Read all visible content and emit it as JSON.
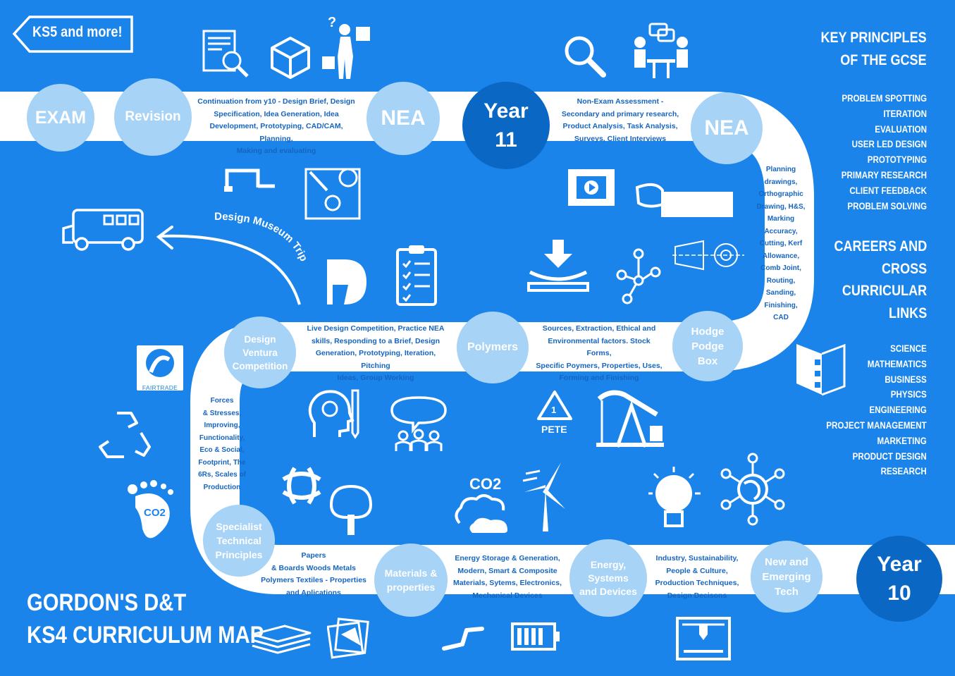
{
  "colors": {
    "background": "#1a84ea",
    "path": "#ffffff",
    "light_node": "#a7d3f7",
    "dark_node": "#0a67c4",
    "desc_text": "#1565c0"
  },
  "ks5_label": "KS5 and more!",
  "title_line1": "GORDON'S D&T",
  "title_line2": "KS4 CURRICULUM MAP",
  "trip_label": "Design Museum Trip",
  "nodes": {
    "exam": "EXAM",
    "revision": "Revision",
    "nea_left": "NEA",
    "year11_line1": "Year",
    "year11_line2": "11",
    "nea_right": "NEA",
    "hodge": [
      "Hodge",
      "Podge",
      "Box"
    ],
    "polymers": "Polymers",
    "design_ventura": [
      "Design",
      "Ventura",
      "Competition"
    ],
    "specialist": [
      "Specialist",
      "Technical",
      "Principles"
    ],
    "materials": [
      "Materials &",
      "properties"
    ],
    "energy": [
      "Energy,",
      "Systems",
      "and Devices"
    ],
    "new_tech": [
      "New and",
      "Emerging",
      "Tech"
    ],
    "year10_line1": "Year",
    "year10_line2": "10"
  },
  "descriptions": {
    "continuation": [
      "Continuation from y10 - Design Brief, Design",
      "Specification, Idea Generation, Idea",
      "Development, Prototyping, CAD/CAM, Planning,",
      "Making and evaluating"
    ],
    "nea_assessment": [
      "Non-Exam Assessment -",
      "Secondary and primary research,",
      "Product Analysis, Task Analysis,",
      "Surveys, Client Interviews"
    ],
    "planning": [
      "Planning",
      "drawings,",
      "Orthographic",
      "Drawing, H&S,",
      "Marking",
      "Accuracy,",
      "Cutting, Kerf",
      "Allowance,",
      "Comb Joint,",
      "Routing,",
      "Sanding,",
      "Finishing,",
      "CAD"
    ],
    "polymers_desc": [
      "Sources, Extraction, Ethical and",
      "Environmental factors. Stock Forms,",
      "Specific Poymers, Properties, Uses,",
      "Forming and Finishing"
    ],
    "live_design": [
      "Live Design Competition, Practice NEA",
      "skills, Responding to a Brief, Design",
      "Generation, Prototyping, Iteration, Pitching",
      "Ideas, Group Working"
    ],
    "forces": [
      "Forces",
      "& Stresses,",
      "Improving,",
      "Functionality,",
      "Eco & Social,",
      "Footprint, The",
      "6Rs, Scales of",
      "Production"
    ],
    "papers": [
      "Papers",
      "& Boards Woods Metals",
      "Polymers Textiles - Properties",
      "and Aplications"
    ],
    "energy_storage": [
      "Energy Storage & Generation,",
      "Modern, Smart & Composite",
      "Materials, Sytems, Electronics,",
      "Mechanical Devices"
    ],
    "industry": [
      "Industry, Sustainability,",
      "People & Culture,",
      "Production Techniques,",
      "Design Decisons"
    ]
  },
  "key_principles": {
    "heading": [
      "KEY PRINCIPLES",
      "OF THE GCSE"
    ],
    "items": [
      "PROBLEM SPOTTING",
      "ITERATION",
      "EVALUATION",
      "USER LED DESIGN",
      "PROTOTYPING",
      "PRIMARY RESEARCH",
      "CLIENT FEEDBACK",
      "PROBLEM SOLVING"
    ]
  },
  "careers": {
    "heading": [
      "CAREERS AND",
      "CROSS",
      "CURRICULAR",
      "LINKS"
    ],
    "items": [
      "SCIENCE",
      "MATHEMATICS",
      "BUSINESS",
      "PHYSICS",
      "ENGINEERING",
      "PROJECT MANAGEMENT",
      "MARKETING",
      "PRODUCT DESIGN",
      "RESEARCH"
    ]
  },
  "icon_labels": {
    "fairtrade": "FAIRTRADE",
    "pete": "PETE",
    "pete_number": "1",
    "co2": "CO2",
    "co2_foot": "CO2"
  },
  "icons": [
    "document-search-icon",
    "cube-icon",
    "person-puzzle-icon",
    "magnifier-icon",
    "interview-icon",
    "clamp-icon",
    "design-board-icon",
    "film-icon",
    "saw-icon",
    "bus-icon",
    "press-icon",
    "molecule-icon",
    "orthographic-icon",
    "d-logo-icon",
    "checklist-icon",
    "fairtrade-icon",
    "recycle-icon",
    "footprint-icon",
    "head-idea-icon",
    "speech-group-icon",
    "pete-recycle-icon",
    "oil-pump-icon",
    "weave-icon",
    "tree-icon",
    "co2-cloud-icon",
    "wind-turbine-icon",
    "bulb-puzzle-icon",
    "globe-network-icon",
    "paper-layers-icon",
    "paper-stack-icon",
    "linkage-icon",
    "battery-icon",
    "laser-cutter-icon",
    "book-joint-icon"
  ]
}
